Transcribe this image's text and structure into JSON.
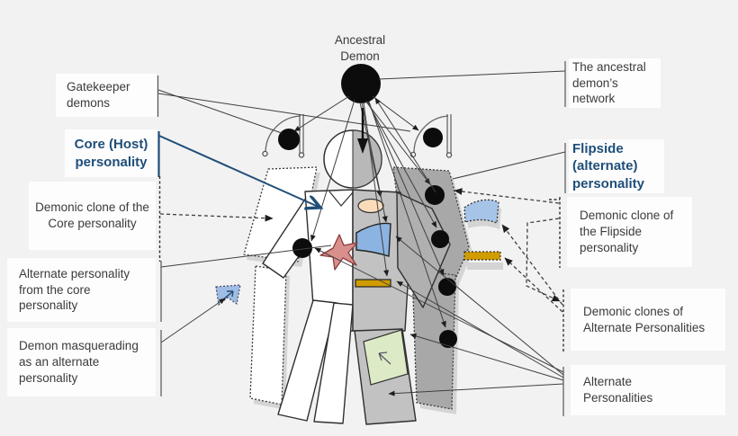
{
  "colors": {
    "bg": "#f2f2f2",
    "box_bg": "#fdfdfd",
    "text": "#3b3b3b",
    "accent_blue_text": "#1f4e79",
    "line": "#3f3f3f",
    "demon_black": "#0c0c0c",
    "body_white": "#ffffff",
    "body_gray": "#c2c2c2",
    "coat_gray": "#b0b0b0",
    "clone_gray": "#a8a8a8",
    "head_gray": "#b8b8b8",
    "flag_blue": "#8cb4e2",
    "ext_flag_blue": "#a6c4e8",
    "left_flag_blue": "#9dbde6",
    "gold": "#d09c00",
    "green": "#dcebc6",
    "peach": "#fadcba",
    "star_pink": "#d9908c"
  },
  "labels": {
    "ancestral_demon": "Ancestral Demon",
    "gatekeeper_demons": "Gatekeeper demons",
    "core_personality": "Core (Host) personality",
    "demonic_clone_core": "Demonic clone of the Core personality",
    "alternate_from_core": "Alternate personality from the core personality",
    "demon_masquerading": "Demon masquerading as an alternate personality",
    "ancestral_network": "The ancestral demon’s network",
    "flipside_personality": "Flipside (alternate) personality",
    "demonic_clone_flipside": "Demonic clone of the Flipside personality",
    "demonic_clones_alternates": "Demonic clones of Alternate Personalities",
    "alternate_personalities": "Alternate Personalities"
  },
  "figure_icons": {
    "ancestral_demon_node": "large-black-circle",
    "gatekeeper_demon_node": "black-circle-with-gate",
    "attached_demon_node": "black-circle",
    "split_head": "half-white-half-gray-circle",
    "core_half": "white-suit-left-half",
    "flipside_half": "gray-suit-right-half",
    "clone_outline": "dashed-outline-panel",
    "alternate_personality_star": "pink-star",
    "alternate_personality_flag": "blue-flag",
    "alternate_personality_band": "gold-band",
    "alternate_personality_patch": "green-patch",
    "inner_part_oval": "peach-oval",
    "masquerading_demon_flag": "small-dashed-blue-flag"
  }
}
